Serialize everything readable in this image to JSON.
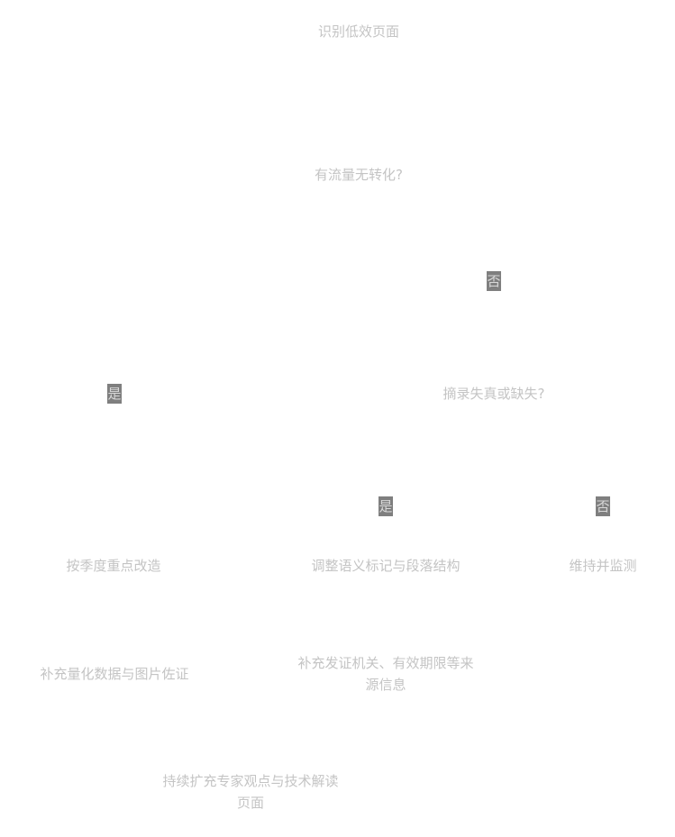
{
  "nodes": {
    "start": "识别低效页面",
    "q_traffic": "有流量无转化?",
    "q_excerpt": "摘录失真或缺失?",
    "quarterly": "按季度重点改造",
    "semantic": "调整语义标记与段落结构",
    "monitor": "维持并监测",
    "quant": "补充量化数据与图片佐证",
    "source": "补充发证机关、有效期限等来源信息",
    "expand": "持续扩充专家观点与技术解读页面"
  },
  "edge_labels": {
    "traffic_no": "否",
    "traffic_yes": "是",
    "excerpt_yes": "是",
    "excerpt_no": "否"
  }
}
